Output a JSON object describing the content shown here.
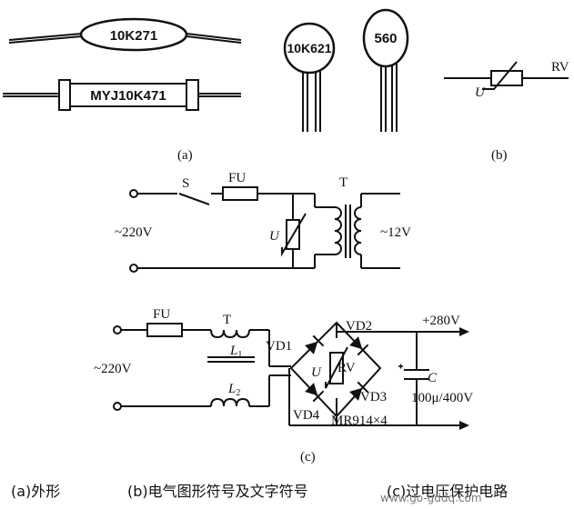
{
  "figure_a": {
    "panel_label": "(a)",
    "parts": [
      "10K271",
      "MYJ10K471",
      "10K621",
      "560"
    ]
  },
  "figure_b": {
    "panel_label": "(b)",
    "symbol_ref": "RV",
    "voltage_mark": "U"
  },
  "figure_c": {
    "panel_label": "(c)",
    "upper": {
      "switch": "S",
      "fuse": "FU",
      "transformer": "T",
      "input_voltage": "~220V",
      "output_voltage": "~12V",
      "varistor_mark": "U"
    },
    "lower": {
      "fuse": "FU",
      "transformer": "T",
      "coil_1_letter": "L",
      "coil_1_sub": "1",
      "coil_2_letter": "L",
      "coil_2_sub": "2",
      "input_voltage": "~220V",
      "output_voltage": "+280V",
      "diodes": [
        "VD1",
        "VD2",
        "VD3",
        "VD4"
      ],
      "varistor": "RV",
      "varistor_mark": "U",
      "capacitor": "C",
      "capacitor_value": "100μ/400V",
      "varistor_part": "MR914×4"
    }
  },
  "captions": [
    "(a)外形",
    "(b)电气图形符号及文字符号",
    "(c)过电压保护电路"
  ],
  "watermark": "www.go-gddq.com"
}
